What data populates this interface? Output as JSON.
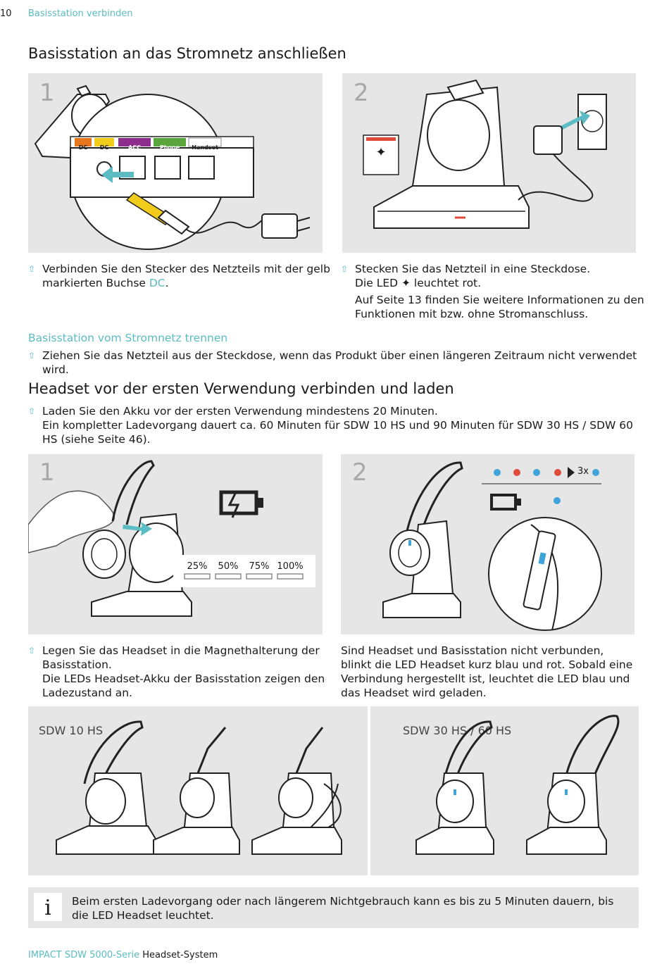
{
  "header": {
    "page_number": "10",
    "running_head": "Basisstation verbinden"
  },
  "section1": {
    "title": "Basisstation an das Stromnetz anschließen",
    "panel1": {
      "step": "1",
      "labels": [
        "DC",
        "DC",
        "ACC",
        "Phone",
        "Handset"
      ]
    },
    "panel2": {
      "step": "2",
      "led_symbol": "✦"
    },
    "text1_prefix": "Verbinden Sie den Stecker des Netzteils mit der gelb markierten Buchse ",
    "text1_link": "DC",
    "text1_suffix": ".",
    "text2_line1": "Stecken Sie das Netzteil in eine Steckdose.",
    "text2_line2": "Die LED ✦ leuchtet rot.",
    "text2_line3": "Auf Seite 13 finden Sie weitere Informationen zu den Funktionen mit bzw. ohne Stromanschluss."
  },
  "disconnect": {
    "title": "Basisstation vom Stromnetz trennen",
    "text": "Ziehen Sie das Netzteil aus der Steckdose, wenn das Produkt über einen längeren Zeitraum nicht verwendet wird."
  },
  "section2": {
    "title": "Headset vor der ersten Verwendung verbinden und laden",
    "text_line1": "Laden Sie den Akku vor der ersten Verwendung mindestens 20 Minuten.",
    "text_line2": "Ein kompletter Ladevorgang dauert ca. 60 Minuten für SDW 10 HS und 90 Minuten für SDW 30 HS / SDW 60 HS (siehe Seite 46).",
    "panel1": {
      "step": "1",
      "charge_levels": [
        "25%",
        "50%",
        "75%",
        "100%"
      ]
    },
    "panel2": {
      "step": "2",
      "blink_count": "3x",
      "dots": "..."
    },
    "caption1_line1": "Legen Sie das Headset in die Magnethalterung der Basisstation.",
    "caption1_line2": "Die LEDs Headset-Akku der Basisstation zeigen den Ladezustand an.",
    "caption2": "Sind Headset und Basisstation nicht verbunden, blinkt die LED Headset kurz blau und rot. Sobald eine Verbindung hergestellt ist, leuchtet die LED blau und das Headset wird geladen."
  },
  "models": {
    "left_label": "SDW 10 HS",
    "right_label": "SDW 30 HS / 60 HS"
  },
  "info": {
    "icon": "i",
    "text": "Beim ersten Ladevorgang oder nach längerem Nichtgebrauch kann es bis zu 5 Minuten dauern, bis die LED Headset leuchtet."
  },
  "footer": {
    "series": "IMPACT SDW 5000-Serie",
    "product": "Headset-System"
  },
  "colors": {
    "accent": "#5bbcc4",
    "panel_bg": "#e6e6e6",
    "led_red": "#e04a3a",
    "led_blue": "#3fa3dc",
    "dc_yellow": "#f2cc1a",
    "acc_purple": "#8c2c8c",
    "phone_green": "#5aa63c",
    "label_orange": "#e8761c"
  }
}
